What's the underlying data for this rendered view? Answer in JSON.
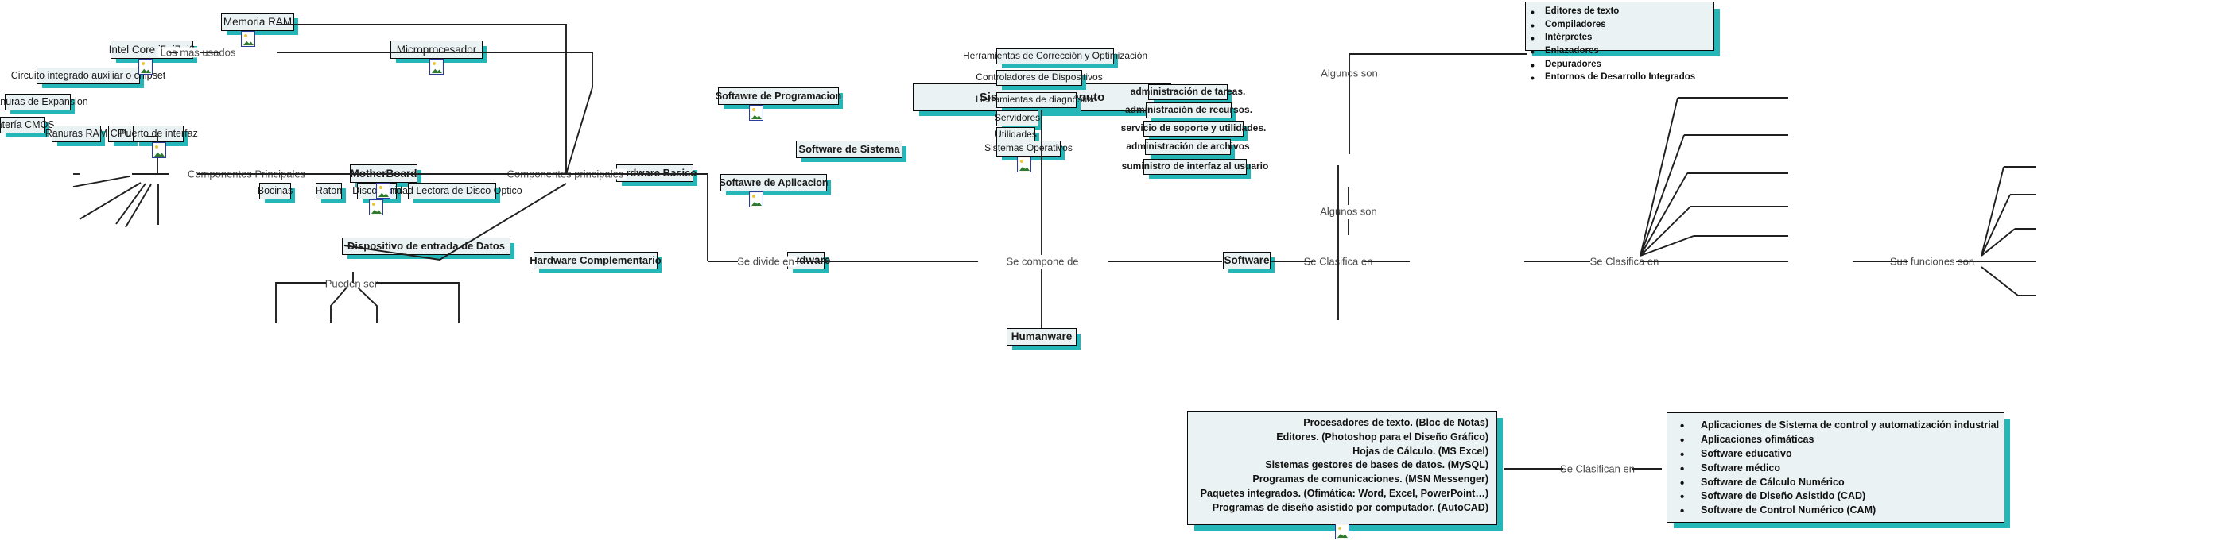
{
  "diagram": {
    "title": "Sistemas de Computo",
    "colors": {
      "node_fill": "#eaf2f3",
      "node_border": "#0a0a0a",
      "shadow_accent": "#25b7b7",
      "edge": "#222222",
      "edge_label": "#4a4a4a"
    }
  },
  "nodes": {
    "root": "Sistemas de Computo",
    "hardware": "Hardware",
    "software": "Software",
    "humanware": "Humanware",
    "hardware_basico": "Hardware Basico",
    "hardware_complementario": "Hardware Complementario",
    "motherboard": "MotherBoard",
    "dispositivo_entrada": "Dispositivo de entrada de Datos",
    "microprocesador": "Microprocesador",
    "memoria_ram": "Memoria RAM",
    "intel_core": "Intel Core i5, i7, i3",
    "chipset": "Circuito integrado auxiliar o chipset",
    "ranuras_expansion": "Ranuras de Expansion",
    "bateria_cmos": "Batería CMOS",
    "ranuras_ram": "Ranuras RAM",
    "cpu": "CPU",
    "puerto_interfaz": "Puerto de interfaz",
    "bocinas": "Bocinas",
    "raton": "Raton",
    "disco_duro": "Disco Duro",
    "unidad_lectora": "Unidad Lectora de Disco Optico",
    "software_programacion": "Softawre de Programacion",
    "software_aplicacion": "Softawre de Aplicacion",
    "software_sistema": "Software de Sistema",
    "herr_correccion": "Herramientas de Corrección y Optimización",
    "controladores": "Controladores de Dispositivos",
    "herr_diagnostico": "Herramientas de diagnóstico",
    "servidores": "Servidores",
    "utilidades": "Utilidades",
    "sistemas_operativos": "Sistemas Operativos",
    "admin_tareas": "administración de tareas.",
    "admin_recursos": "administración de recursos.",
    "servicio_soporte": "servicio de soporte y utilidades.",
    "admin_archivos": "administración de archivos",
    "suministro_interfaz": "suministro de interfaz al usuario"
  },
  "edge_labels": {
    "se_compone_de": "Se compone de",
    "se_divide_en": "Se divide en",
    "componentes_principales_1": "Componentes principales",
    "componentes_principales_2": "Componentes Principales",
    "los_mas_usados": "Los mas usados",
    "pueden_ser": "Pueden ser",
    "algunos_son_prog": "Algunos son",
    "algunos_son_apl": "Algunos son",
    "se_clasifica_en_1": "Se Clasifica en",
    "se_clasifica_en_2": "Se Clasifica en",
    "se_clasifican_en": "Se Clasifican en",
    "sus_funciones_son": "Sus funciones son"
  },
  "programacion_list": [
    "Editores de texto",
    "Compiladores",
    "Intérpretes",
    "Enlazadores",
    "Depuradores",
    "Entornos de Desarrollo Integrados"
  ],
  "aplicacion_examples": [
    "Procesadores de texto. (Bloc de Notas)",
    "Editores. (Photoshop para el Diseño Gráfico)",
    "Hojas de Cálculo. (MS Excel)",
    "Sistemas gestores de bases de datos. (MySQL)",
    "Programas de comunicaciones. (MSN Messenger)",
    "Paquetes integrados. (Ofimática: Word, Excel, PowerPoint…)",
    "Programas de diseño asistido por computador. (AutoCAD)"
  ],
  "aplicacion_clases": [
    "Aplicaciones de Sistema de control y automatización industrial",
    "Aplicaciones ofimáticas",
    "Software educativo",
    "Software médico",
    "Software de Cálculo Numérico",
    "Software de Diseño Asistido (CAD)",
    "Software de Control Numérico (CAM)"
  ],
  "icons": {
    "picture": "picture-icon"
  }
}
